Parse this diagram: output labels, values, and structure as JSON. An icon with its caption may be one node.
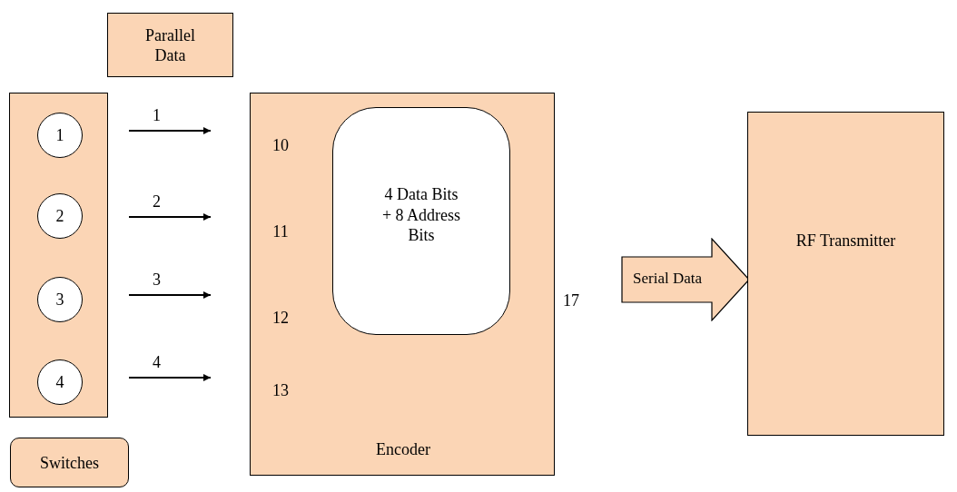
{
  "diagram": {
    "nodes": [
      {
        "text": [
          "Parallel Data"
        ]
      },
      {
        "text": [],
        "shape": "box"
      },
      {
        "text": [
          "1"
        ],
        "in": 1
      },
      {
        "text": [
          "2"
        ],
        "in": 1
      },
      {
        "text": [
          "3"
        ],
        "in": 1
      },
      {
        "text": [
          "4"
        ],
        "in": 1
      },
      {
        "text": [
          "Switches"
        ]
      },
      {
        "text": [
          "10",
          "11",
          "12",
          "13",
          "Encoder"
        ],
        "beside": [
          "17"
        ]
      },
      {
        "text": [
          "4 Data Bits + 8 Address Bits"
        ],
        "in": 7
      },
      {
        "text": [
          "Serial Data"
        ]
      },
      {
        "text": [
          "RF Transmitter"
        ]
      }
    ],
    "edges": [
      {
        "from": 2,
        "to": 7,
        "arrow": "to",
        "label": "1"
      },
      {
        "from": 3,
        "to": 7,
        "arrow": "to",
        "label": "2"
      },
      {
        "from": 4,
        "to": 7,
        "arrow": "to",
        "label": "3"
      },
      {
        "from": 5,
        "to": 7,
        "arrow": "to",
        "label": "4"
      }
    ]
  }
}
